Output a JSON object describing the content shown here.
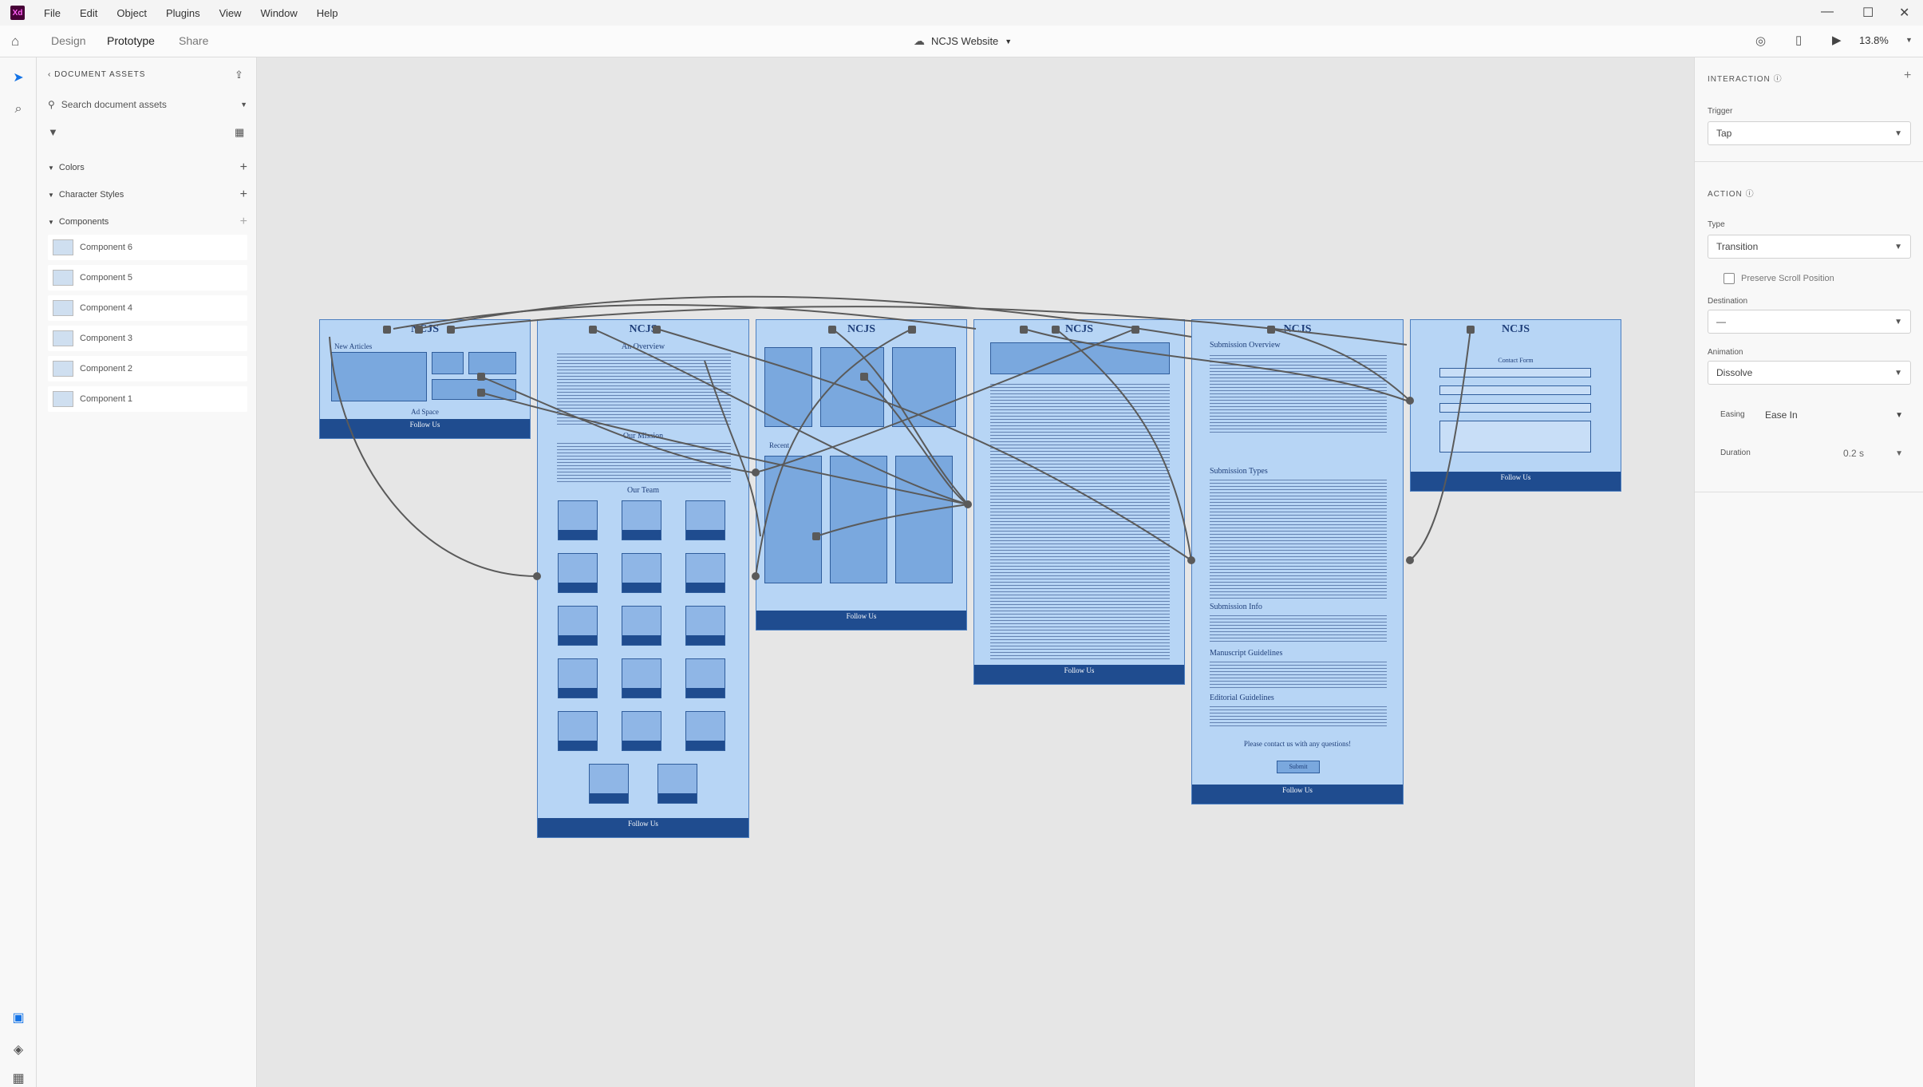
{
  "app": {
    "logo": "Xd"
  },
  "menu": [
    "File",
    "Edit",
    "Object",
    "Plugins",
    "View",
    "Window",
    "Help"
  ],
  "modes": {
    "design": "Design",
    "prototype": "Prototype",
    "share": "Share"
  },
  "document": {
    "title": "NCJS Website"
  },
  "zoom": "13.8%",
  "assets": {
    "header": "DOCUMENT ASSETS",
    "search_placeholder": "Search document assets",
    "sections": {
      "colors": "Colors",
      "character_styles": "Character Styles",
      "components": "Components"
    },
    "components": [
      "Component 6",
      "Component 5",
      "Component 4",
      "Component 3",
      "Component 2",
      "Component 1"
    ]
  },
  "artboards": {
    "home": {
      "title": "NCJS",
      "subtitle": "New Articles",
      "ad": "Ad Space",
      "footer": "Follow Us"
    },
    "about": {
      "title": "NCJS",
      "overview": "An Overview",
      "mission": "Our Mission",
      "team": "Our Team",
      "footer": "Follow Us"
    },
    "articles": {
      "title": "NCJS",
      "recent": "Recent",
      "footer": "Follow Us"
    },
    "article": {
      "title": "NCJS",
      "footer": "Follow Us"
    },
    "submissions": {
      "title": "NCJS",
      "overview": "Submission Overview",
      "types": "Submission Types",
      "info": "Submission Info",
      "manuscript": "Manuscript Guidelines",
      "editorial": "Editorial Guidelines",
      "contact": "Please contact us with any questions!",
      "submit": "Submit",
      "footer": "Follow Us"
    },
    "contact": {
      "title": "NCJS",
      "form": "Contact Form",
      "footer": "Follow Us"
    }
  },
  "properties": {
    "interaction_header": "INTERACTION",
    "trigger_label": "Trigger",
    "trigger_value": "Tap",
    "action_header": "ACTION",
    "type_label": "Type",
    "type_value": "Transition",
    "preserve_scroll": "Preserve Scroll Position",
    "destination_label": "Destination",
    "destination_value": "—",
    "animation_label": "Animation",
    "animation_value": "Dissolve",
    "easing_label": "Easing",
    "easing_value": "Ease In",
    "duration_label": "Duration",
    "duration_value": "0.2 s"
  },
  "colors": {
    "artboard": "#b7d5f5",
    "footer": "#1f4c8f",
    "wire": "#5a5a5a",
    "logo_bg": "#470137"
  }
}
